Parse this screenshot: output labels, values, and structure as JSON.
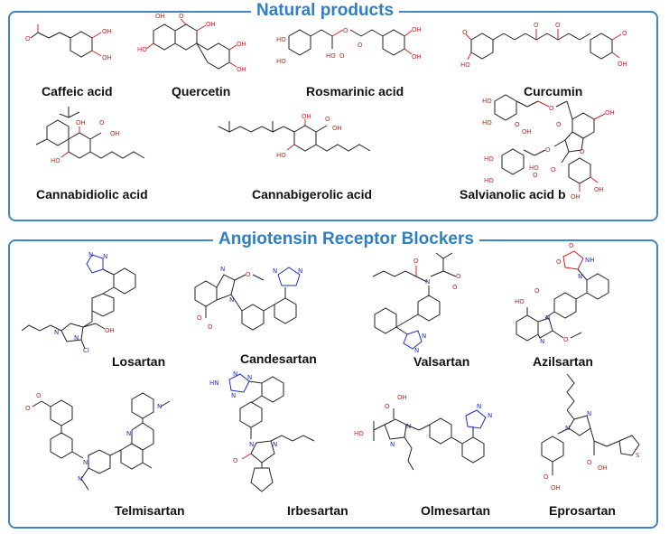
{
  "sections": {
    "natural": {
      "title": "Natural products"
    },
    "arb": {
      "title": "Angiotensin Receptor Blockers"
    }
  },
  "compounds": {
    "caffeic": "Caffeic acid",
    "quercetin": "Quercetin",
    "rosmarinic": "Rosmarinic acid",
    "curcumin": "Curcumin",
    "cannabidiolic": "Cannabidiolic acid",
    "cannabigerolic": "Cannabigerolic acid",
    "salvianolic": "Salvianolic acid b",
    "losartan": "Losartan",
    "candesartan": "Candesartan",
    "valsartan": "Valsartan",
    "azilsartan": "Azilsartan",
    "telmisartan": "Telmisartan",
    "irbesartan": "Irbesartan",
    "olmesartan": "Olmesartan",
    "eprosartan": "Eprosartan"
  },
  "colors": {
    "frame": "#3f86c6",
    "title": "#2f7fc3",
    "oxygen": "#d42020",
    "nitrogen": "#2030c8"
  }
}
